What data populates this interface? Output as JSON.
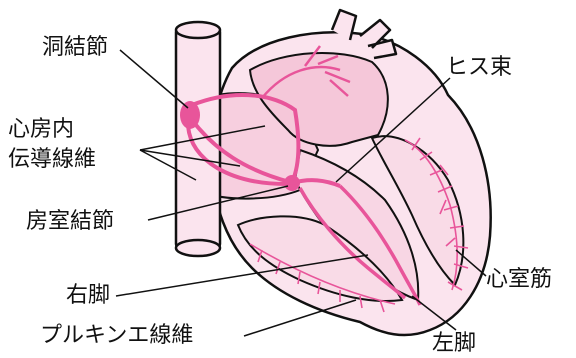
{
  "labels": {
    "sinoatrial_node": "洞結節",
    "internodal_line1": "心房内",
    "internodal_line2": "伝導線維",
    "av_node": "房室結節",
    "right_bundle": "右脚",
    "purkinje": "プルキンエ線維",
    "his_bundle": "ヒス束",
    "ventricular_muscle": "心室筋",
    "left_bundle": "左脚"
  },
  "colors": {
    "conduction": "#e8559a",
    "fill": "#fbe4ee",
    "outline": "#111111"
  }
}
